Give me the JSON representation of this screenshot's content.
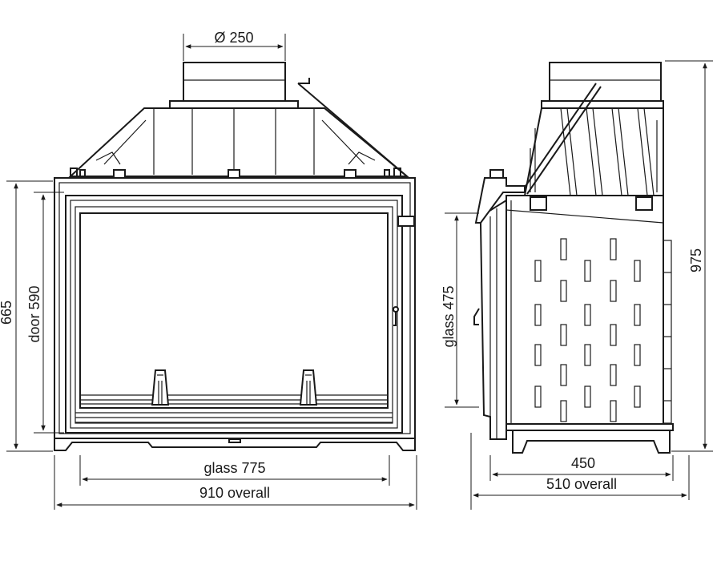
{
  "front_view": {
    "flue_diameter": "Ø 250",
    "height_overall": "665",
    "door_height": "door  590",
    "glass_width": "glass 775",
    "width_overall": "910 overall"
  },
  "side_view": {
    "glass_height": "glass  475",
    "height_overall": "975",
    "depth": "450",
    "depth_overall": "510 overall"
  }
}
